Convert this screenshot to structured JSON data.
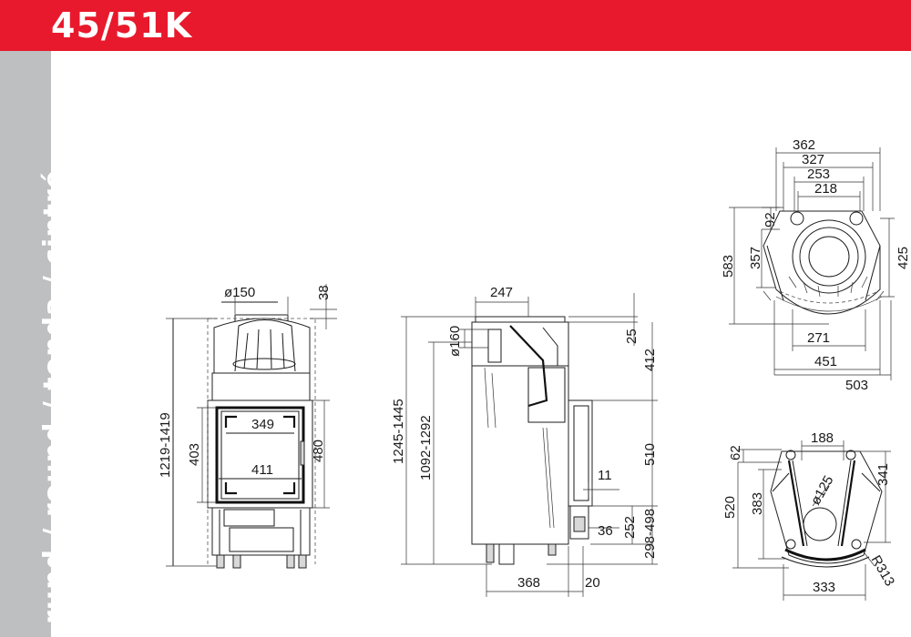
{
  "header": {
    "title": "45/51K",
    "color": "#e8192c"
  },
  "sidebar": {
    "label": "rund / round / tonda / cintré",
    "color": "#bdbfc1"
  },
  "front_view": {
    "dims": {
      "d150": "ø150",
      "d38": "38",
      "d1219": "1219-1419",
      "d403": "403",
      "d480": "480",
      "d349": "349",
      "d411": "411"
    }
  },
  "side_view": {
    "dims": {
      "d247": "247",
      "d160": "ø160",
      "d25": "25",
      "d412": "412",
      "d1245": "1245-1445",
      "d1092": "1092-1292",
      "d510": "510",
      "d11": "11",
      "d36": "36",
      "d252": "252",
      "d298": "298-498",
      "d368": "368",
      "d20": "20"
    }
  },
  "top_view": {
    "dims": {
      "d362": "362",
      "d327": "327",
      "d253": "253",
      "d218": "218",
      "d92": "92",
      "d583": "583",
      "d357": "357",
      "d425": "425",
      "d271": "271",
      "d451": "451",
      "d503": "503"
    }
  },
  "bottom_view": {
    "dims": {
      "d188": "188",
      "d62": "62",
      "d125": "ø125",
      "d341": "341",
      "d520": "520",
      "d383": "383",
      "d313": "R313",
      "d333": "333"
    }
  }
}
